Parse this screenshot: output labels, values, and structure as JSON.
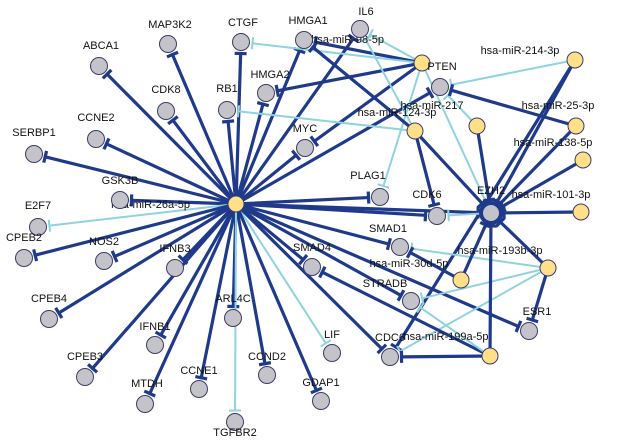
{
  "colors": {
    "strong_edge": "#1f3a8a",
    "weak_edge": "#8fd3df",
    "gene_node": "#c3c3c9",
    "mirna_node": "#ffe089",
    "node_stroke": "#3c3c6a",
    "hub_stroke": "#1f3a8a"
  },
  "nodes": [
    {
      "id": "mir26a",
      "label": "hsa-miR-26a-5p",
      "kind": "mirna"
    },
    {
      "id": "ezh2",
      "label": "EZH2",
      "kind": "hub"
    },
    {
      "id": "mir98",
      "label": "hsa-miR-98-5p",
      "kind": "mirna"
    },
    {
      "id": "mir214",
      "label": "hsa-miR-214-3p",
      "kind": "mirna"
    },
    {
      "id": "mir217",
      "label": "hsa-miR-217",
      "kind": "mirna"
    },
    {
      "id": "mir25",
      "label": "hsa-miR-25-3p",
      "kind": "mirna"
    },
    {
      "id": "mir124",
      "label": "hsa-miR-124-3p",
      "kind": "mirna"
    },
    {
      "id": "mir138",
      "label": "hsa-miR-138-5p",
      "kind": "mirna"
    },
    {
      "id": "mir101",
      "label": "hsa-miR-101-3p",
      "kind": "mirna"
    },
    {
      "id": "mir193b",
      "label": "hsa-miR-193b-3p",
      "kind": "mirna"
    },
    {
      "id": "mir30d",
      "label": "hsa-miR-30d-5p",
      "kind": "mirna"
    },
    {
      "id": "mir199a",
      "label": "hsa-miR-199a-5p",
      "kind": "mirna"
    },
    {
      "id": "map3k2",
      "label": "MAP3K2",
      "kind": "gene"
    },
    {
      "id": "ctgf",
      "label": "CTGF",
      "kind": "gene"
    },
    {
      "id": "hmga1",
      "label": "HMGA1",
      "kind": "gene"
    },
    {
      "id": "il6",
      "label": "IL6",
      "kind": "gene"
    },
    {
      "id": "abca1",
      "label": "ABCA1",
      "kind": "gene"
    },
    {
      "id": "cdk8",
      "label": "CDK8",
      "kind": "gene"
    },
    {
      "id": "rb1",
      "label": "RB1",
      "kind": "gene"
    },
    {
      "id": "hmga2",
      "label": "HMGA2",
      "kind": "gene"
    },
    {
      "id": "pten",
      "label": "PTEN",
      "kind": "gene"
    },
    {
      "id": "ccne2",
      "label": "CCNE2",
      "kind": "gene"
    },
    {
      "id": "serbp1",
      "label": "SERBP1",
      "kind": "gene"
    },
    {
      "id": "myc",
      "label": "MYC",
      "kind": "gene"
    },
    {
      "id": "gsk3b",
      "label": "GSK3B",
      "kind": "gene"
    },
    {
      "id": "e2f7",
      "label": "E2F7",
      "kind": "gene"
    },
    {
      "id": "plag1",
      "label": "PLAG1",
      "kind": "gene"
    },
    {
      "id": "cdk6",
      "label": "CDK6",
      "kind": "gene"
    },
    {
      "id": "cpeb2",
      "label": "CPEB2",
      "kind": "gene"
    },
    {
      "id": "nos2",
      "label": "NOS2",
      "kind": "gene"
    },
    {
      "id": "ifnb3",
      "label": "IFNB3",
      "kind": "gene"
    },
    {
      "id": "smad4",
      "label": "SMAD4",
      "kind": "gene"
    },
    {
      "id": "smad1",
      "label": "SMAD1",
      "kind": "gene"
    },
    {
      "id": "cpeb4",
      "label": "CPEB4",
      "kind": "gene"
    },
    {
      "id": "arl4c",
      "label": "ARL4C",
      "kind": "gene"
    },
    {
      "id": "stradb",
      "label": "STRADB",
      "kind": "gene"
    },
    {
      "id": "ifnb1",
      "label": "IFNB1",
      "kind": "gene"
    },
    {
      "id": "esr1",
      "label": "ESR1",
      "kind": "gene"
    },
    {
      "id": "cpeb3",
      "label": "CPEB3",
      "kind": "gene"
    },
    {
      "id": "lif",
      "label": "LIF",
      "kind": "gene"
    },
    {
      "id": "cdc6",
      "label": "CDC6",
      "kind": "gene"
    },
    {
      "id": "ccne1",
      "label": "CCNE1",
      "kind": "gene"
    },
    {
      "id": "ccnd2",
      "label": "CCND2",
      "kind": "gene"
    },
    {
      "id": "mtdh",
      "label": "MTDH",
      "kind": "gene"
    },
    {
      "id": "gdap1",
      "label": "GDAP1",
      "kind": "gene"
    },
    {
      "id": "tgfbr2",
      "label": "TGFBR2",
      "kind": "gene"
    }
  ],
  "edges": [
    {
      "source": "mir26a",
      "target": "map3k2",
      "type": "strong"
    },
    {
      "source": "mir26a",
      "target": "ctgf",
      "type": "strong"
    },
    {
      "source": "mir26a",
      "target": "hmga1",
      "type": "strong"
    },
    {
      "source": "mir26a",
      "target": "il6",
      "type": "strong"
    },
    {
      "source": "mir26a",
      "target": "abca1",
      "type": "strong"
    },
    {
      "source": "mir26a",
      "target": "cdk8",
      "type": "strong"
    },
    {
      "source": "mir26a",
      "target": "rb1",
      "type": "strong"
    },
    {
      "source": "mir26a",
      "target": "hmga2",
      "type": "strong"
    },
    {
      "source": "mir26a",
      "target": "pten",
      "type": "strong"
    },
    {
      "source": "mir26a",
      "target": "ccne2",
      "type": "strong"
    },
    {
      "source": "mir26a",
      "target": "serbp1",
      "type": "strong"
    },
    {
      "source": "mir26a",
      "target": "myc",
      "type": "strong"
    },
    {
      "source": "mir26a",
      "target": "gsk3b",
      "type": "strong"
    },
    {
      "source": "mir26a",
      "target": "e2f7",
      "type": "weak"
    },
    {
      "source": "mir26a",
      "target": "plag1",
      "type": "strong"
    },
    {
      "source": "mir26a",
      "target": "cdk6",
      "type": "strong"
    },
    {
      "source": "mir26a",
      "target": "ezh2",
      "type": "strong"
    },
    {
      "source": "mir26a",
      "target": "cpeb2",
      "type": "strong"
    },
    {
      "source": "mir26a",
      "target": "nos2",
      "type": "strong"
    },
    {
      "source": "mir26a",
      "target": "ifnb3",
      "type": "strong"
    },
    {
      "source": "mir26a",
      "target": "smad4",
      "type": "strong"
    },
    {
      "source": "mir26a",
      "target": "smad1",
      "type": "strong"
    },
    {
      "source": "mir26a",
      "target": "cpeb4",
      "type": "strong"
    },
    {
      "source": "mir26a",
      "target": "arl4c",
      "type": "strong"
    },
    {
      "source": "mir26a",
      "target": "stradb",
      "type": "strong"
    },
    {
      "source": "mir26a",
      "target": "ifnb1",
      "type": "strong"
    },
    {
      "source": "mir26a",
      "target": "cpeb3",
      "type": "strong"
    },
    {
      "source": "mir26a",
      "target": "lif",
      "type": "weak"
    },
    {
      "source": "mir26a",
      "target": "cdc6",
      "type": "strong"
    },
    {
      "source": "mir26a",
      "target": "ccne1",
      "type": "strong"
    },
    {
      "source": "mir26a",
      "target": "ccnd2",
      "type": "strong"
    },
    {
      "source": "mir26a",
      "target": "mtdh",
      "type": "strong"
    },
    {
      "source": "mir26a",
      "target": "gdap1",
      "type": "strong"
    },
    {
      "source": "mir26a",
      "target": "tgfbr2",
      "type": "weak"
    },
    {
      "source": "mir26a",
      "target": "esr1",
      "type": "strong"
    },
    {
      "source": "mir98",
      "target": "il6",
      "type": "weak"
    },
    {
      "source": "mir98",
      "target": "hmga1",
      "type": "strong"
    },
    {
      "source": "mir98",
      "target": "hmga2",
      "type": "strong"
    },
    {
      "source": "mir98",
      "target": "myc",
      "type": "strong"
    },
    {
      "source": "mir98",
      "target": "plag1",
      "type": "weak"
    },
    {
      "source": "mir98",
      "target": "ezh2",
      "type": "weak"
    },
    {
      "source": "mir98",
      "target": "ctgf",
      "type": "weak"
    },
    {
      "source": "mir214",
      "target": "ezh2",
      "type": "strong"
    },
    {
      "source": "mir214",
      "target": "pten",
      "type": "weak"
    },
    {
      "source": "mir214",
      "target": "cdc6",
      "type": "strong"
    },
    {
      "source": "mir217",
      "target": "ezh2",
      "type": "strong"
    },
    {
      "source": "mir217",
      "target": "pten",
      "type": "weak"
    },
    {
      "source": "mir25",
      "target": "ezh2",
      "type": "strong"
    },
    {
      "source": "mir25",
      "target": "pten",
      "type": "strong"
    },
    {
      "source": "mir124",
      "target": "ezh2",
      "type": "strong"
    },
    {
      "source": "mir124",
      "target": "cdk6",
      "type": "strong"
    },
    {
      "source": "mir124",
      "target": "hmga1",
      "type": "strong"
    },
    {
      "source": "mir124",
      "target": "rb1",
      "type": "weak"
    },
    {
      "source": "mir124",
      "target": "il6",
      "type": "weak"
    },
    {
      "source": "mir138",
      "target": "ezh2",
      "type": "strong"
    },
    {
      "source": "mir101",
      "target": "ezh2",
      "type": "strong"
    },
    {
      "source": "mir193b",
      "target": "ezh2",
      "type": "strong"
    },
    {
      "source": "mir193b",
      "target": "esr1",
      "type": "strong"
    },
    {
      "source": "mir193b",
      "target": "stradb",
      "type": "weak"
    },
    {
      "source": "mir193b",
      "target": "cdc6",
      "type": "weak"
    },
    {
      "source": "mir193b",
      "target": "smad1",
      "type": "weak"
    },
    {
      "source": "mir30d",
      "target": "ezh2",
      "type": "strong"
    },
    {
      "source": "mir30d",
      "target": "smad1",
      "type": "strong"
    },
    {
      "source": "mir199a",
      "target": "ezh2",
      "type": "strong"
    },
    {
      "source": "mir199a",
      "target": "cdc6",
      "type": "strong"
    },
    {
      "source": "mir199a",
      "target": "smad4",
      "type": "strong"
    },
    {
      "source": "mir199a",
      "target": "stradb",
      "type": "weak"
    },
    {
      "source": "ezh2",
      "target": "cdk6",
      "type": "weak"
    }
  ]
}
